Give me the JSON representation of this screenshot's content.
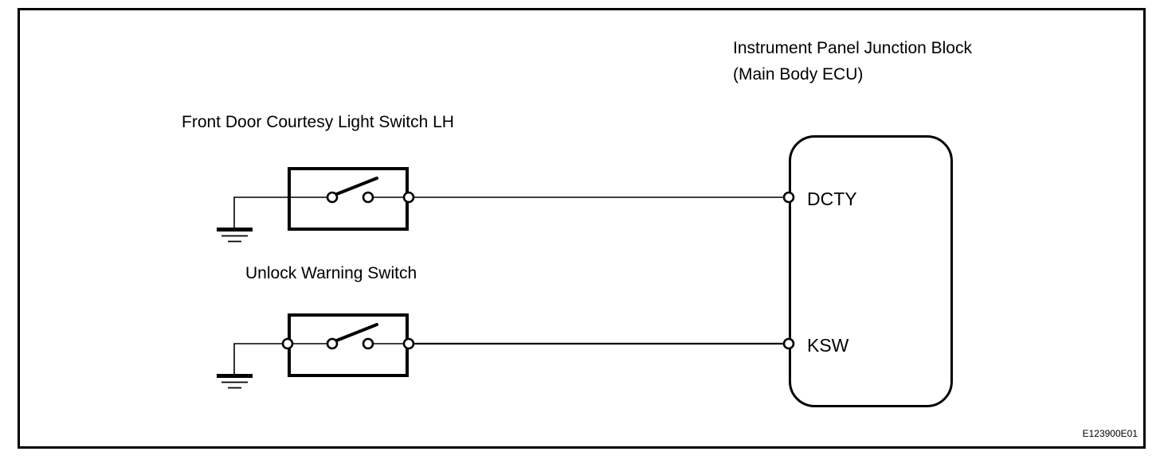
{
  "diagram": {
    "title_line1": "Instrument Panel Junction Block",
    "title_line2": "(Main Body ECU)",
    "switch1_label": "Front Door Courtesy Light Switch LH",
    "switch2_label": "Unlock Warning Switch",
    "terminal1_label": "DCTY",
    "terminal2_label": "KSW",
    "reference_code": "E123900E01",
    "colors": {
      "line": "#000000",
      "background": "#ffffff"
    }
  },
  "chart_data": {
    "type": "diagram",
    "title": "Instrument Panel Junction Block (Main Body ECU) wiring diagram",
    "components": [
      {
        "name": "Front Door Courtesy Light Switch LH",
        "type": "normally-open-switch",
        "connects_to": "DCTY",
        "grounded": true,
        "left_terminal_node": false
      },
      {
        "name": "Unlock Warning Switch",
        "type": "normally-open-switch",
        "connects_to": "KSW",
        "grounded": true,
        "left_terminal_node": true
      },
      {
        "name": "Instrument Panel Junction Block (Main Body ECU)",
        "type": "ecu-block",
        "terminals": [
          "DCTY",
          "KSW"
        ]
      }
    ]
  }
}
